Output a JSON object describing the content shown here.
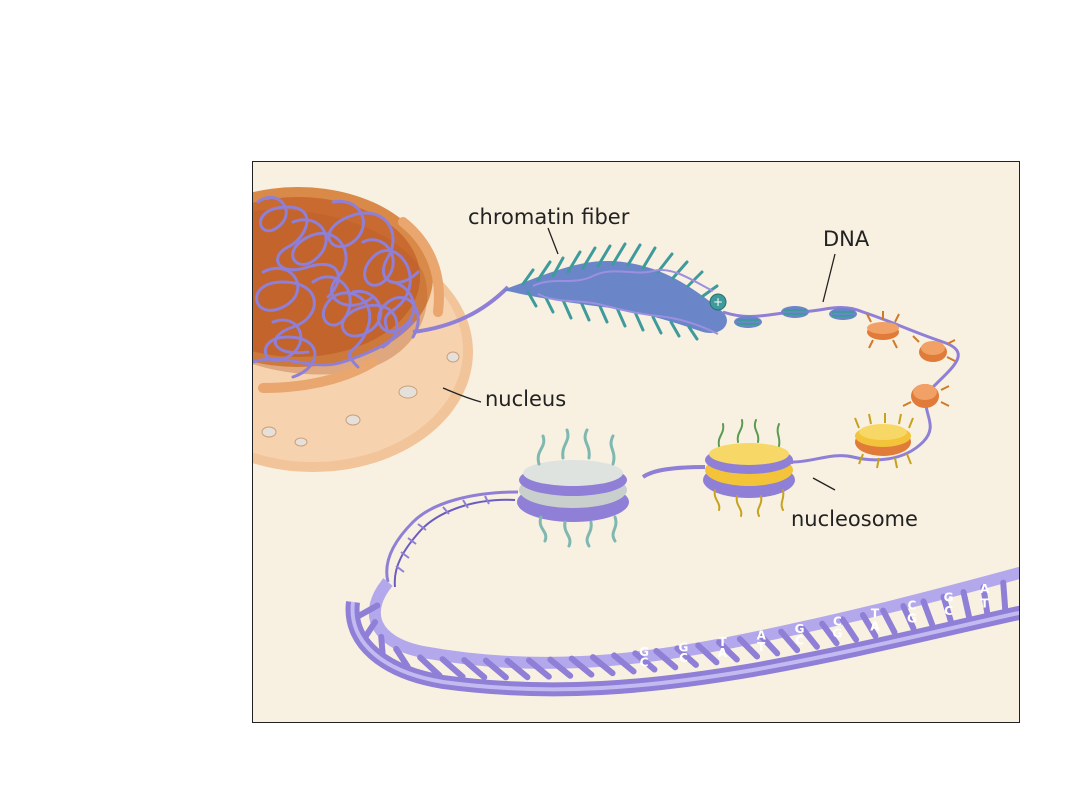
{
  "diagram": {
    "labels": {
      "chromatin_fiber": "chromatin fiber",
      "dna": "DNA",
      "nucleus": "nucleus",
      "nucleosome": "nucleosome"
    },
    "base_pairs": [
      {
        "top": "G",
        "bottom": "C"
      },
      {
        "top": "G",
        "bottom": "C"
      },
      {
        "top": "T",
        "bottom": "A"
      },
      {
        "top": "A",
        "bottom": "T"
      },
      {
        "top": "G",
        "bottom": "C"
      },
      {
        "top": "C",
        "bottom": "G"
      },
      {
        "top": "T",
        "bottom": "A"
      },
      {
        "top": "C",
        "bottom": "G"
      },
      {
        "top": "G",
        "bottom": "C"
      },
      {
        "top": "A",
        "bottom": "T"
      }
    ],
    "colors": {
      "background": "#f8f1e1",
      "nucleus_outer": "#f2c49a",
      "nucleus_inner": "#c96a30",
      "dna_strand": "#8f7fd6",
      "chromatin_teal": "#3f9a9c",
      "histone_orange": "#e07b3a",
      "histone_yellow": "#f3c43a",
      "histone_gray": "#c9cfcc"
    }
  }
}
